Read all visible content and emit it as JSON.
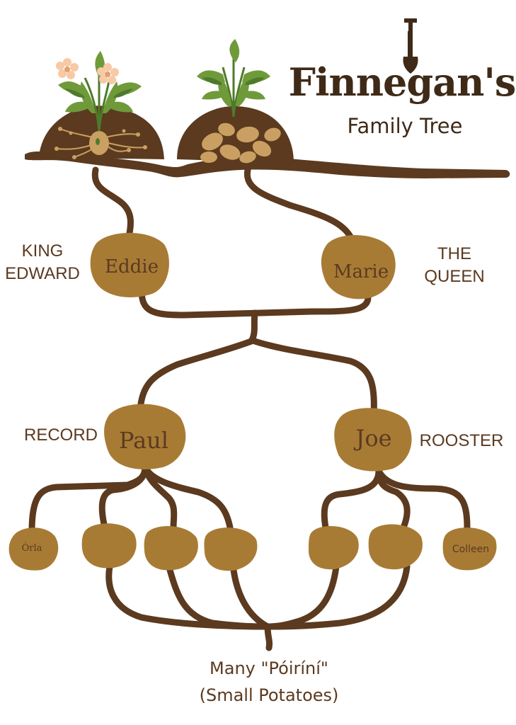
{
  "brand": {
    "name": "Finnegan's",
    "subtitle": "Family Tree"
  },
  "nodes": {
    "eddie": {
      "name": "Eddie",
      "variety": "KING EDWARD"
    },
    "marie": {
      "name": "Marie",
      "variety": "THE QUEEN"
    },
    "paul": {
      "name": "Paul",
      "variety": "RECORD"
    },
    "joe": {
      "name": "Joe",
      "variety": "ROOSTER"
    },
    "orla": {
      "name": "Órla"
    },
    "colleen": {
      "name": "Colleen"
    }
  },
  "footer": {
    "line1": "Many \"Póiríní\"",
    "line2": "(Small Potatoes)"
  },
  "colors": {
    "soil": "#5b3a1f",
    "potato": "#a87b35",
    "potato_light": "#c9a062",
    "text": "#5b3a1f",
    "leaf": "#6f9a3a",
    "leaf_dark": "#4f7a2a",
    "flower": "#f7c9a4"
  },
  "icons": [
    "shovel-icon",
    "plant-icon",
    "flower-icon"
  ]
}
